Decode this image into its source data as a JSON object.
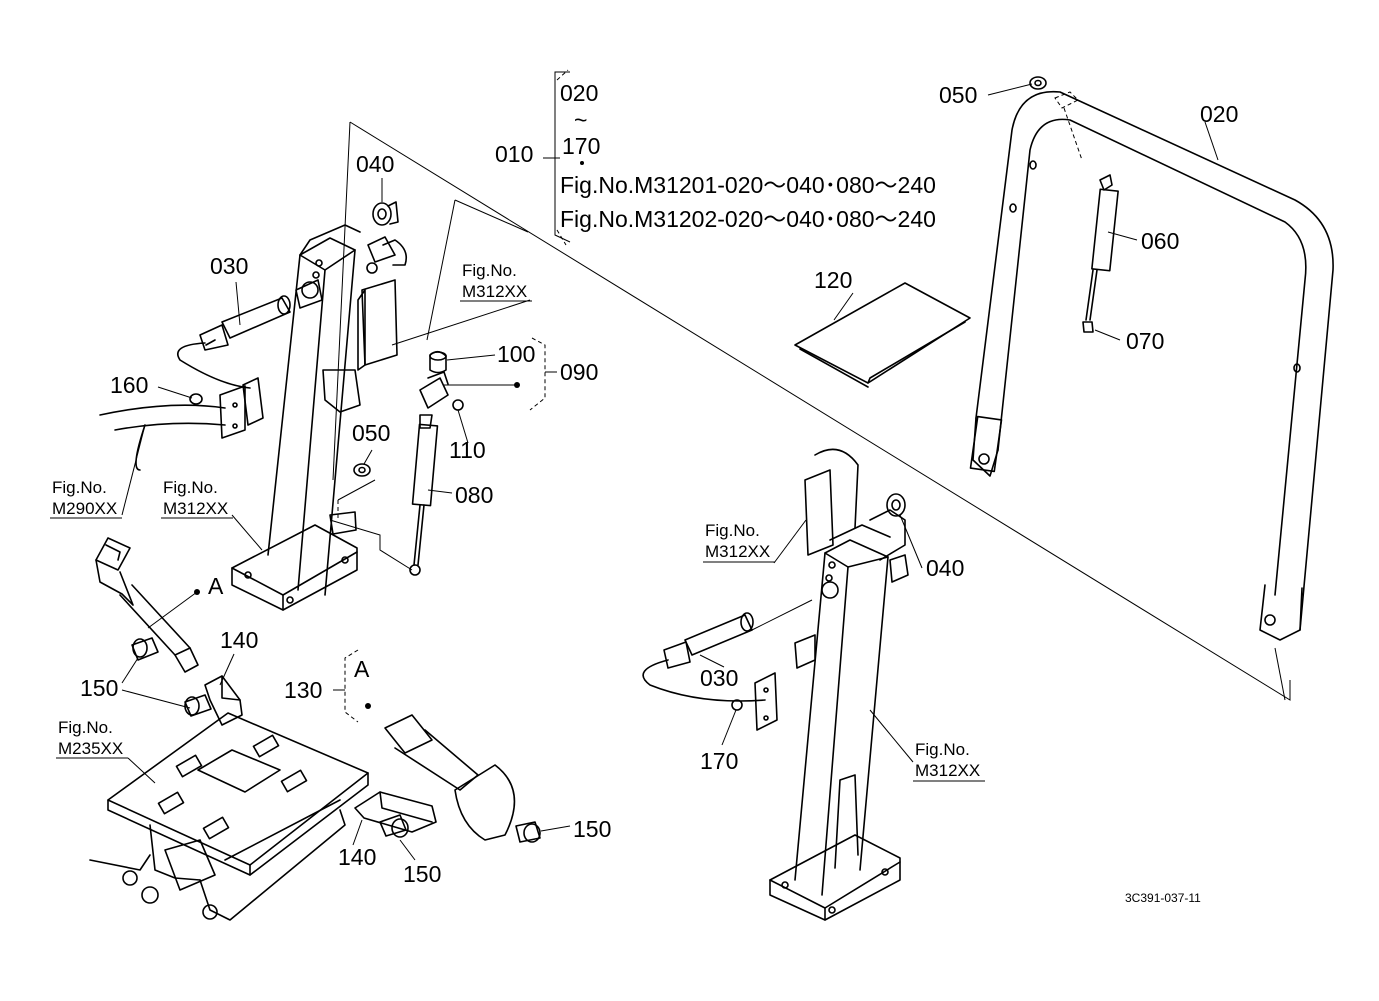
{
  "assembly": {
    "number": "010",
    "range_start": "020",
    "range_tilde": "~",
    "range_end": "170",
    "fig_refs": [
      "Fig.No.M31201-020～040･080～240",
      "Fig.No.M31202-020～040･080～240"
    ]
  },
  "part_labels": {
    "p020": "020",
    "p030_left": "030",
    "p030_right": "030",
    "p040_left": "040",
    "p040_right": "040",
    "p050_top": "050",
    "p050_mid": "050",
    "p060": "060",
    "p070": "070",
    "p080": "080",
    "p090": "090",
    "p100": "100",
    "p110": "110",
    "p120": "120",
    "p130": "130",
    "p140_top": "140",
    "p140_bottom": "140",
    "p150_left": "150",
    "p150_bottom": "150",
    "p150_right": "150",
    "p160": "160",
    "p170": "170"
  },
  "markers": {
    "a_upper": "A",
    "a_lower": "A"
  },
  "fig_notes": {
    "m312_left_top": {
      "prefix": "Fig.No.",
      "code": "M312XX"
    },
    "m290": {
      "prefix": "Fig.No.",
      "code": "M290XX"
    },
    "m312_left_low": {
      "prefix": "Fig.No.",
      "code": "M312XX"
    },
    "m312_right_top": {
      "prefix": "Fig.No.",
      "code": "M312XX"
    },
    "m312_right_low": {
      "prefix": "Fig.No.",
      "code": "M312XX"
    },
    "m235": {
      "prefix": "Fig.No.",
      "code": "M235XX"
    }
  },
  "drawing_code": "3C391-037-11"
}
